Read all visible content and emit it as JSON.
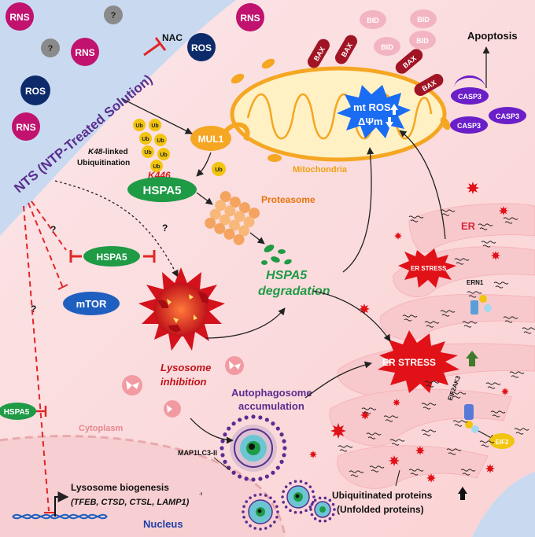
{
  "labels": {
    "rns": "RNS",
    "ros": "ROS",
    "unknown": "?",
    "nac": "NAC",
    "nts": "NTS (NTP-Treated Solution)",
    "apoptosis": "Apoptosis",
    "bax": "BAX",
    "bid": "BID",
    "casp3": "CASP3",
    "mt_ros": "mt ROS",
    "delta_psi": "ΔΨm",
    "mitochondria": "Mitochondria",
    "mul1": "MUL1",
    "ub": "Ub",
    "k48_line1": "K48-linked",
    "k48_italic": "K48",
    "k48_rest": "-linked",
    "k48_line2": "Ubiquitination",
    "k446": "K446",
    "hspa5": "HSPA5",
    "proteasome": "Proteasome",
    "hspa5_deg_1": "HSPA5",
    "hspa5_deg_2": "degradation",
    "mtor": "mTOR",
    "er": "ER",
    "er_stress_small": "ER STRESS",
    "er_stress_big": "ER STRESS",
    "ern1": "ERN1",
    "eif2ak3": "EIF2AK3",
    "eif2": "EIF2",
    "lyso_inh_1": "Lysosome",
    "lyso_inh_2": "inhibition",
    "autophago_1": "Autophagosome",
    "autophago_2": "accumulation",
    "cytoplasm": "Cytoplasm",
    "map1lc3": "MAP1LC3-II",
    "lyso_bio_1": "Lysosome biogenesis",
    "lyso_bio_2": "(TFEB, CTSD, CTSL, LAMP1)",
    "nucleus": "Nucleus",
    "ubq_1": "Ubiquitinated proteins",
    "ubq_2": "(Unfolded proteins)",
    "tiny_ii": "-II"
  },
  "colors": {
    "rns": "#c0126e",
    "ros": "#0d2b6b",
    "unknown": "#8a8a8a",
    "nts_text": "#5b2d90",
    "inhibit_red": "#e32626",
    "hspa5_green": "#1f9a45",
    "mtor_blue": "#1f5fbf",
    "bax_red": "#a01424",
    "bid_pink": "#f3b4c1",
    "casp_purple": "#6a1fc8",
    "mito_orange": "#f5a623",
    "mito_fill": "#fff1c4",
    "ros_burst": "#1a6cf2",
    "ub_yellow": "#f1c40f",
    "proteasome": "#f4a460",
    "lysosome": "#d4121c",
    "er_fill": "#f8c9cc",
    "cell_bg": "#fde4e4",
    "nucleus_bg": "#f9d3d3",
    "outside_bg": "#c9daf0",
    "autophago_purple": "#5a2d90",
    "green_arrow": "#3e7b2a"
  }
}
